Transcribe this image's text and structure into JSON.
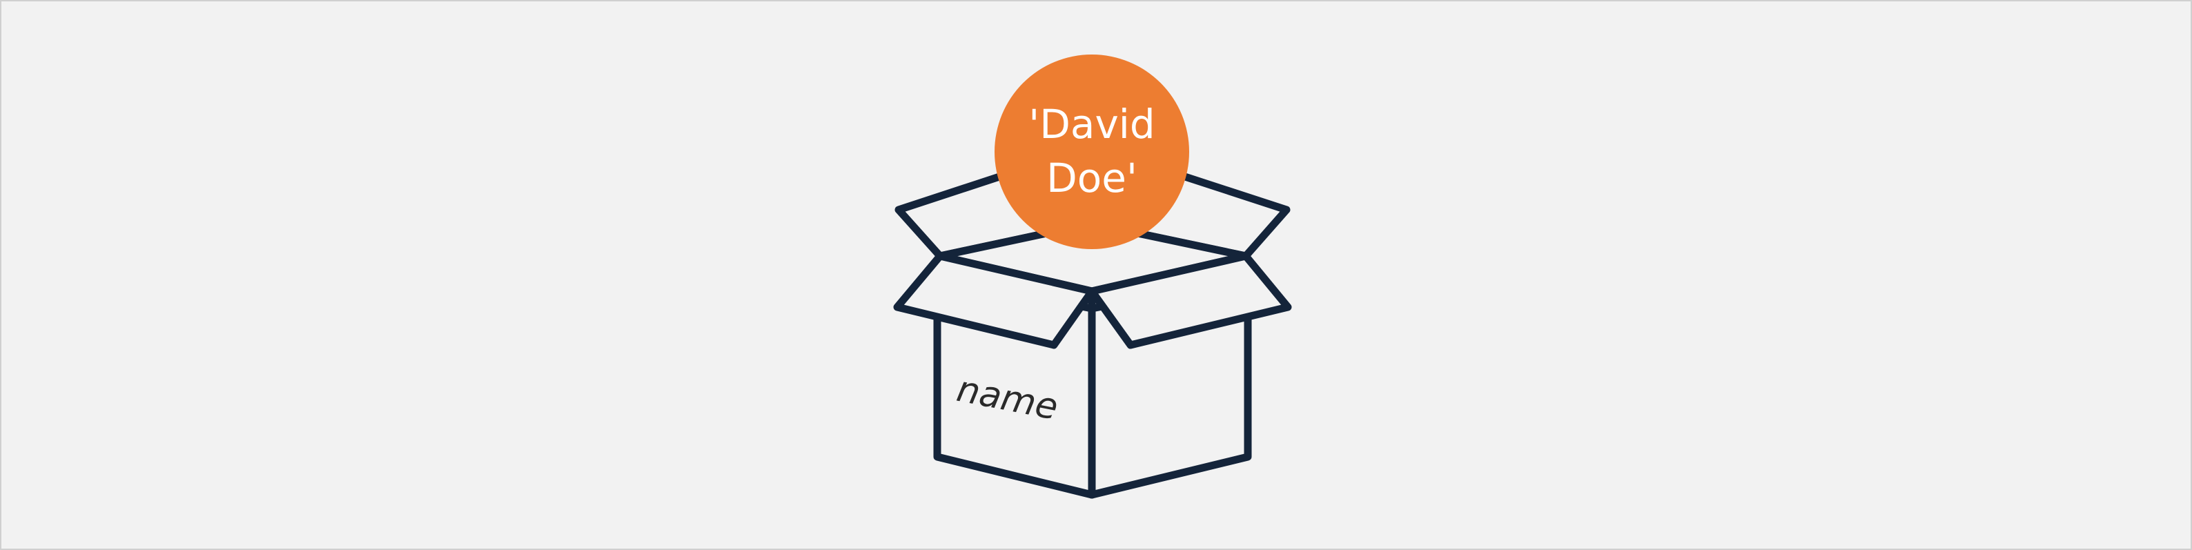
{
  "diagram": {
    "value_line1": "'David",
    "value_line2": "Doe'",
    "box_label": "name",
    "colors": {
      "background": "#f2f2f2",
      "box_stroke": "#14243a",
      "box_fill": "#f2f2f2",
      "value_circle": "#ed7d31",
      "value_text": "#ffffff"
    }
  }
}
